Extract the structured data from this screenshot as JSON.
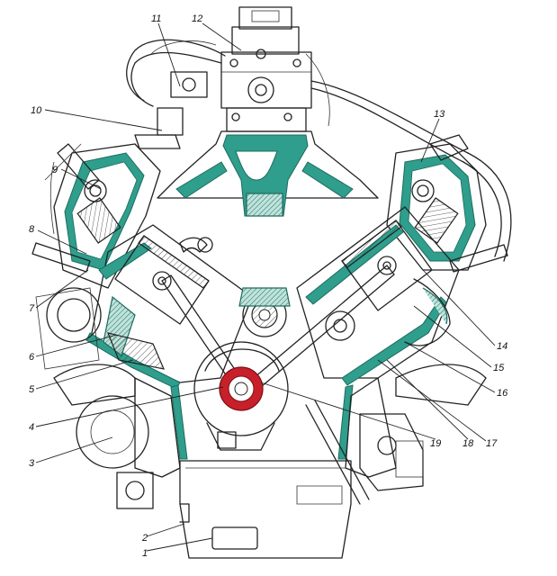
{
  "colors": {
    "line": "#222222",
    "water_jacket": "#2f9e8c",
    "bearing": "#c8202a",
    "background": "#ffffff"
  },
  "callouts": [
    {
      "id": "1",
      "label": "1"
    },
    {
      "id": "2",
      "label": "2"
    },
    {
      "id": "3",
      "label": "3"
    },
    {
      "id": "4",
      "label": "4"
    },
    {
      "id": "5",
      "label": "5"
    },
    {
      "id": "6",
      "label": "6"
    },
    {
      "id": "7",
      "label": "7"
    },
    {
      "id": "8",
      "label": "8"
    },
    {
      "id": "9",
      "label": "9"
    },
    {
      "id": "10",
      "label": "10"
    },
    {
      "id": "11",
      "label": "11"
    },
    {
      "id": "12",
      "label": "12"
    },
    {
      "id": "13",
      "label": "13"
    },
    {
      "id": "14",
      "label": "14"
    },
    {
      "id": "15",
      "label": "15"
    },
    {
      "id": "16",
      "label": "16"
    },
    {
      "id": "17",
      "label": "17"
    },
    {
      "id": "18",
      "label": "18"
    },
    {
      "id": "19",
      "label": "19"
    }
  ]
}
